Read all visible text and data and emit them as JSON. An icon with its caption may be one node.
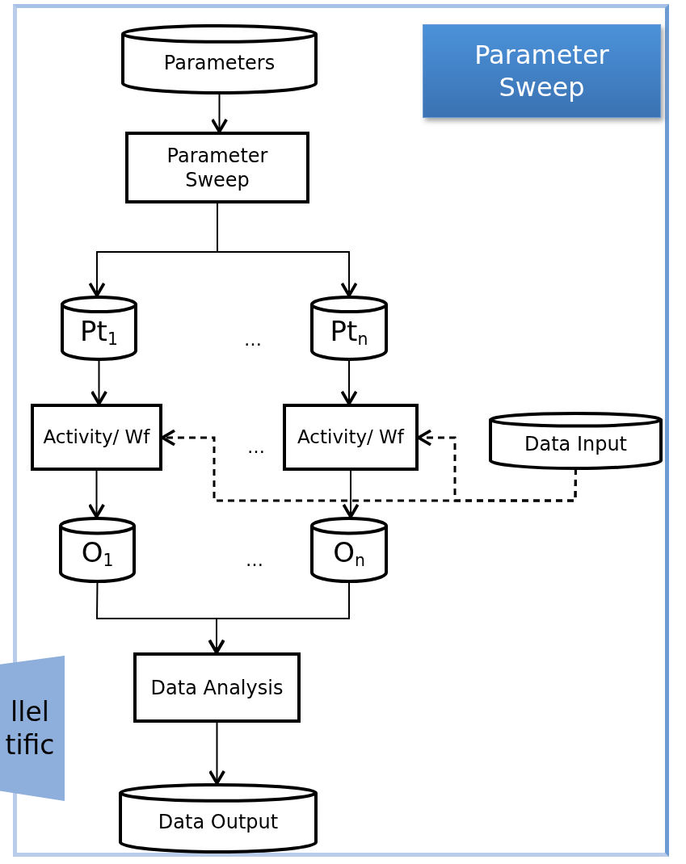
{
  "diagram": {
    "nodes": [
      {
        "text": [
          "Parameter Sweep"
        ]
      },
      {
        "text": [
          "Parameters"
        ]
      },
      {
        "text": [
          "Parameter Sweep"
        ]
      },
      {
        "text": [
          "Pt$_{1}$"
        ]
      },
      {
        "text": [
          "Pt$_{n}$"
        ]
      },
      {
        "text": [
          "Activity/ Wf"
        ]
      },
      {
        "text": [
          "Activity/ Wf"
        ]
      },
      {
        "text": [
          "Data Input"
        ]
      },
      {
        "text": [
          "O$_{1}$"
        ]
      },
      {
        "text": [
          "O$_{n}$"
        ]
      },
      {
        "text": [
          "Data Analysis"
        ]
      },
      {
        "text": [
          "Data Output"
        ]
      },
      {
        "text": [
          "llel tific"
        ]
      }
    ],
    "edges": [
      {
        "from": 1,
        "to": 2,
        "arrow": "to"
      },
      {
        "from": 2,
        "to": 3,
        "arrow": "to"
      },
      {
        "from": 2,
        "to": 4,
        "arrow": "to"
      },
      {
        "from": 3,
        "to": 5,
        "arrow": "to"
      },
      {
        "from": 4,
        "to": 6,
        "arrow": "to"
      },
      {
        "from": 7,
        "to": 5,
        "arrow": "to",
        "style": "dashed"
      },
      {
        "from": 7,
        "to": 6,
        "arrow": "to",
        "style": "dashed"
      },
      {
        "from": 5,
        "to": 8,
        "arrow": "to"
      },
      {
        "from": 6,
        "to": 9,
        "arrow": "to"
      },
      {
        "from": 8,
        "to": 10,
        "arrow": "to"
      },
      {
        "from": 9,
        "to": 10,
        "arrow": "to"
      },
      {
        "from": 10,
        "to": 11,
        "arrow": "to"
      }
    ],
    "labels": [
      "…",
      "…",
      "…"
    ]
  }
}
